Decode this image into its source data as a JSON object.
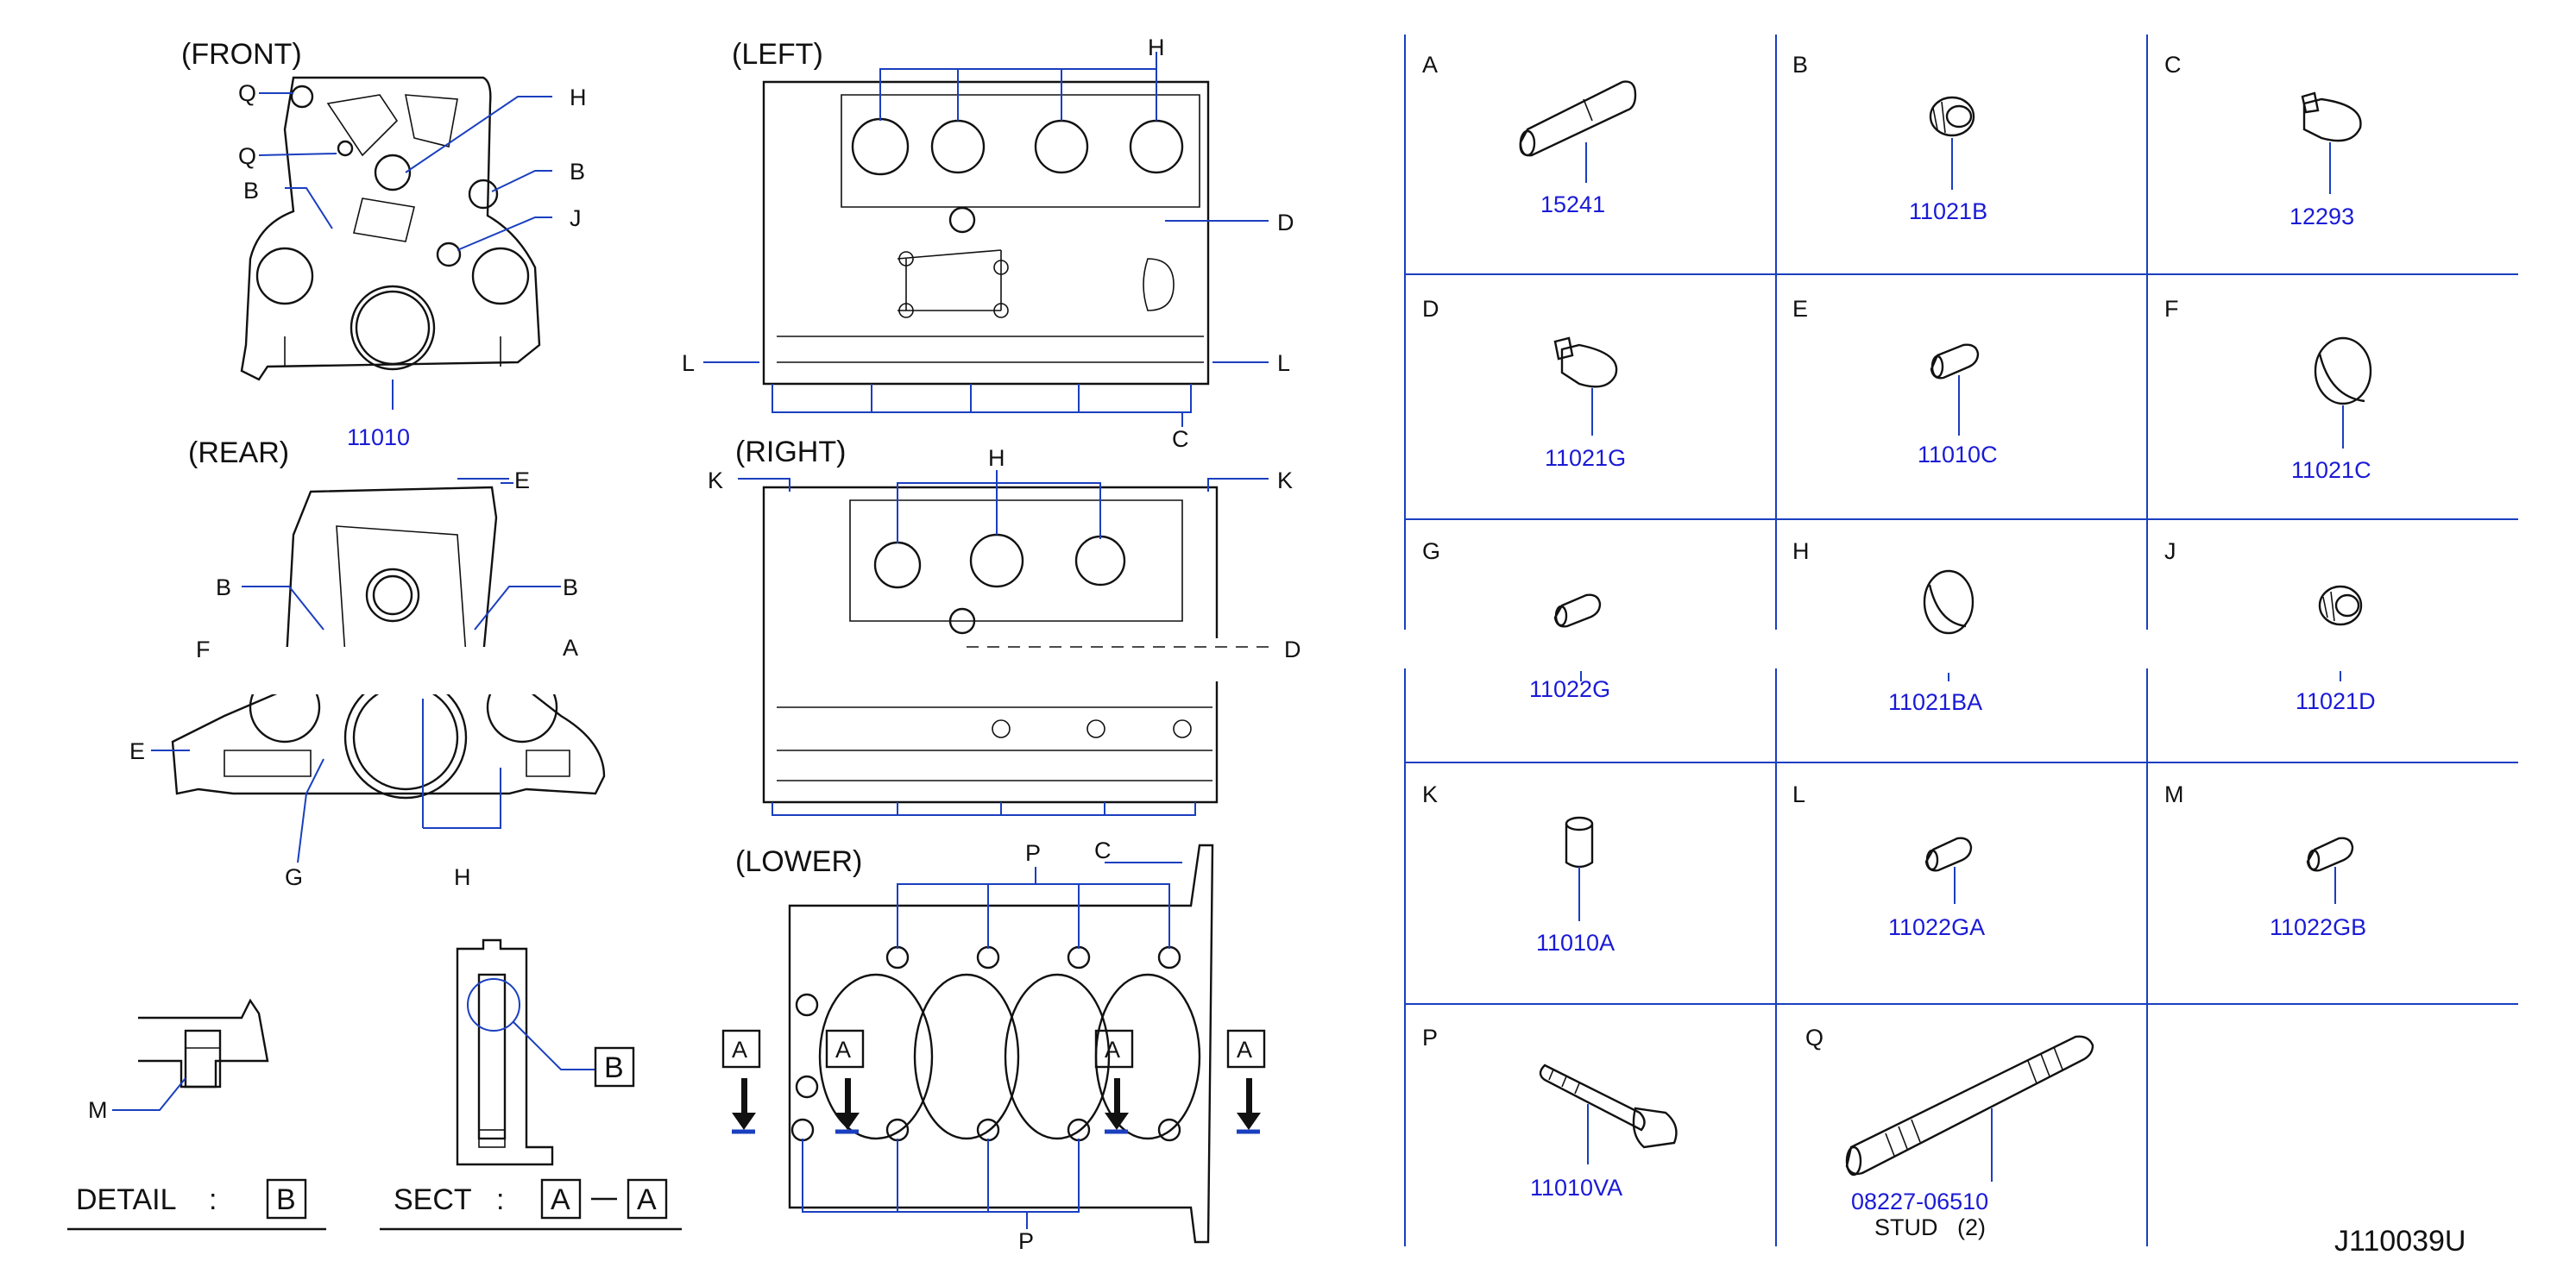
{
  "views": {
    "front": {
      "title": "(FRONT)",
      "part": "11010",
      "callouts": [
        "Q",
        "Q",
        "B",
        "H",
        "B",
        "J"
      ]
    },
    "rear": {
      "title": "(REAR)",
      "callouts": [
        "E",
        "B",
        "B",
        "F",
        "A",
        "E",
        "G",
        "H"
      ]
    },
    "left": {
      "title": "(LEFT)",
      "callouts": [
        "H",
        "D",
        "L",
        "L",
        "C"
      ]
    },
    "right": {
      "title": "(RIGHT)",
      "callouts": [
        "K",
        "K",
        "H",
        "D"
      ]
    },
    "lower": {
      "title": "(LOWER)",
      "callouts": [
        "P",
        "C",
        "P"
      ],
      "section_marks": [
        "A",
        "A",
        "A",
        "A"
      ]
    },
    "detail_b": {
      "title": "DETAIL",
      "colon": ":",
      "ref": "B",
      "callouts": [
        "M",
        "B"
      ]
    },
    "sect_aa": {
      "title": "SECT",
      "colon": ":",
      "ref1": "A",
      "ref2": "A"
    }
  },
  "parts_table": [
    {
      "letter": "A",
      "part_no": "15241"
    },
    {
      "letter": "B",
      "part_no": "11021B"
    },
    {
      "letter": "C",
      "part_no": "12293"
    },
    {
      "letter": "D",
      "part_no": "11021G"
    },
    {
      "letter": "E",
      "part_no": "11010C"
    },
    {
      "letter": "F",
      "part_no": "11021C"
    },
    {
      "letter": "G",
      "part_no": "11022G"
    },
    {
      "letter": "H",
      "part_no": "11021BA"
    },
    {
      "letter": "J",
      "part_no": "11021D"
    },
    {
      "letter": "K",
      "part_no": "11010A"
    },
    {
      "letter": "L",
      "part_no": "11022GA"
    },
    {
      "letter": "M",
      "part_no": "11022GB"
    },
    {
      "letter": "P",
      "part_no": "11010VA"
    },
    {
      "letter": "Q",
      "part_no": "08227-06510",
      "note": "STUD",
      "qty": "(2)"
    }
  ],
  "diagram_code": "J110039U",
  "colors": {
    "ink": "#111111",
    "part_number": "#1a1ad6",
    "grid": "#1a3fbf"
  }
}
